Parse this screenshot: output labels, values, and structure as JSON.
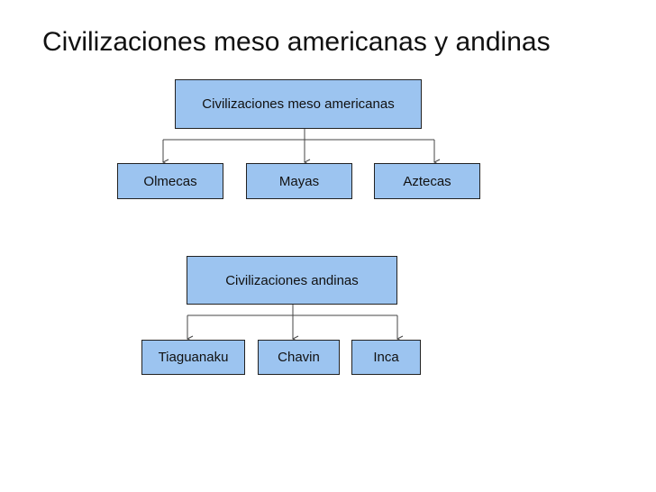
{
  "slide": {
    "title": "Civilizaciones meso americanas y andinas"
  },
  "diagram1": {
    "root": "Civilizaciones meso americanas",
    "children": [
      "Olmecas",
      "Mayas",
      "Aztecas"
    ]
  },
  "diagram2": {
    "root": "Civilizaciones andinas",
    "children": [
      "Tiaguanaku",
      "Chavin",
      "Inca"
    ]
  },
  "colors": {
    "box_fill": "#9cc4f0",
    "box_border": "#222222",
    "connector": "#444444"
  }
}
